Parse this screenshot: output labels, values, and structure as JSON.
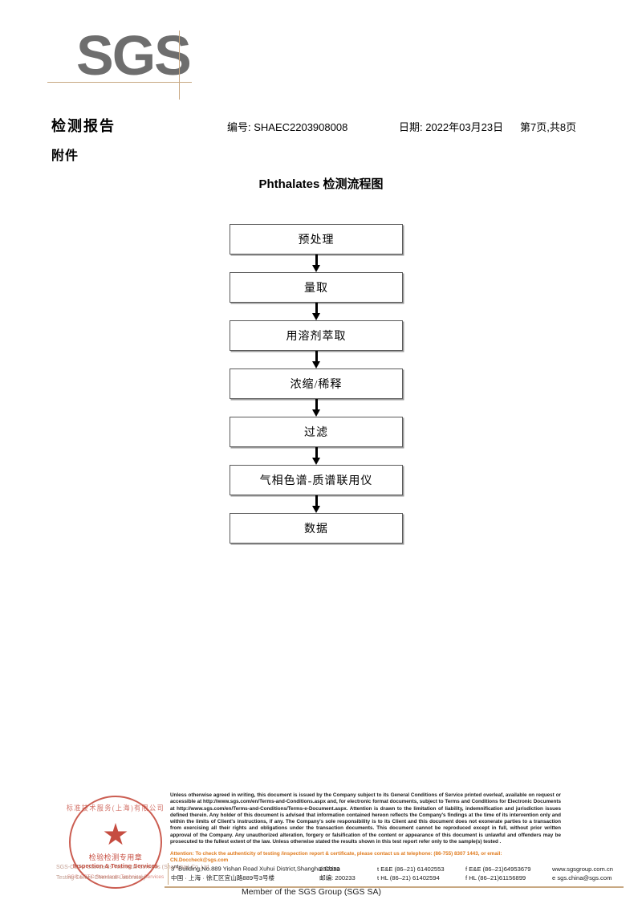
{
  "brand": {
    "logo_text": "SGS",
    "logo_color": "#6e6e6e",
    "rule_color": "#c8a882"
  },
  "header": {
    "title": "检测报告",
    "subtitle": "附件",
    "report_no": "编号: SHAEC2203908008",
    "date": "日期: 2022年03月23日",
    "page": "第7页,共8页"
  },
  "flowchart": {
    "title": "Phthalates 检测流程图",
    "nodes": [
      {
        "label": "预处理"
      },
      {
        "label": "量取"
      },
      {
        "label": "用溶剂萃取"
      },
      {
        "label": "浓缩/稀释"
      },
      {
        "label": "过滤"
      },
      {
        "label": "气相色谱-质谱联用仪"
      },
      {
        "label": "数据"
      }
    ]
  },
  "seal": {
    "arc_top": "标准技术服务(上海)有限公司",
    "cn_label": "检验检测专用章",
    "en_label": "Inspection & Testing Services",
    "arc_bottom": "SGS-CSTC Standards Technical Services",
    "faint_line1": "SGS-CSTC Standards Technical Services (Shanghai) Co.,Ltd.",
    "faint_line2": "Testing Center-Chemical Laboratory",
    "color": "#c0392b"
  },
  "footer": {
    "legal": "Unless otherwise agreed in writing, this document is issued by the Company subject to its General Conditions of Service printed overleaf, available on request or accessible at http://www.sgs.com/en/Terms-and-Conditions.aspx and, for electronic format documents, subject to Terms and Conditions for Electronic Documents at http://www.sgs.com/en/Terms-and-Conditions/Terms-e-Document.aspx. Attention is drawn to the limitation of liability, indemnification and jurisdiction issues defined therein. Any holder of this document is advised that information contained hereon reflects the Company's findings at the time of its intervention only and within the limits of Client's instructions, if any. The Company's sole responsibility is to its Client and this document does not exonerate parties to a transaction from exercising all their rights and obligations under the transaction documents. This document cannot be reproduced except in full, without prior written approval of the Company. Any unauthorized alteration, forgery or falsification of the content or appearance of this document is unlawful and offenders may be prosecuted to the fullest extent of the law. Unless otherwise stated the results shown in this test report refer only to the sample(s) tested .",
    "attention": "Attention: To check the authenticity of testing /inspection report & certificate, please contact us at telephone: (86-755) 8307 1443, or email: CN.Doccheck@sgs.com",
    "attention_color": "#e07b1e",
    "address_rows": [
      {
        "address_prefix": "3",
        "address_sup": "rd",
        "address": "Building,No.889 Yishan Road Xuhui District,Shanghai China",
        "zip": "200233",
        "tel1": "t E&E (86–21) 61402553",
        "tel2": "f E&E (86–21)64953679",
        "web": "www.sgsgroup.com.cn"
      },
      {
        "address_prefix": "",
        "address_sup": "",
        "address": "中国 · 上海 · 徐汇区宜山路889号3号楼",
        "zip": "邮编: 200233",
        "tel1": "t HL (86–21) 61402594",
        "tel2": "f HL (86–21)61156899",
        "web": "e sgs.china@sgs.com"
      }
    ],
    "member": "Member of the SGS Group (SGS SA)"
  }
}
